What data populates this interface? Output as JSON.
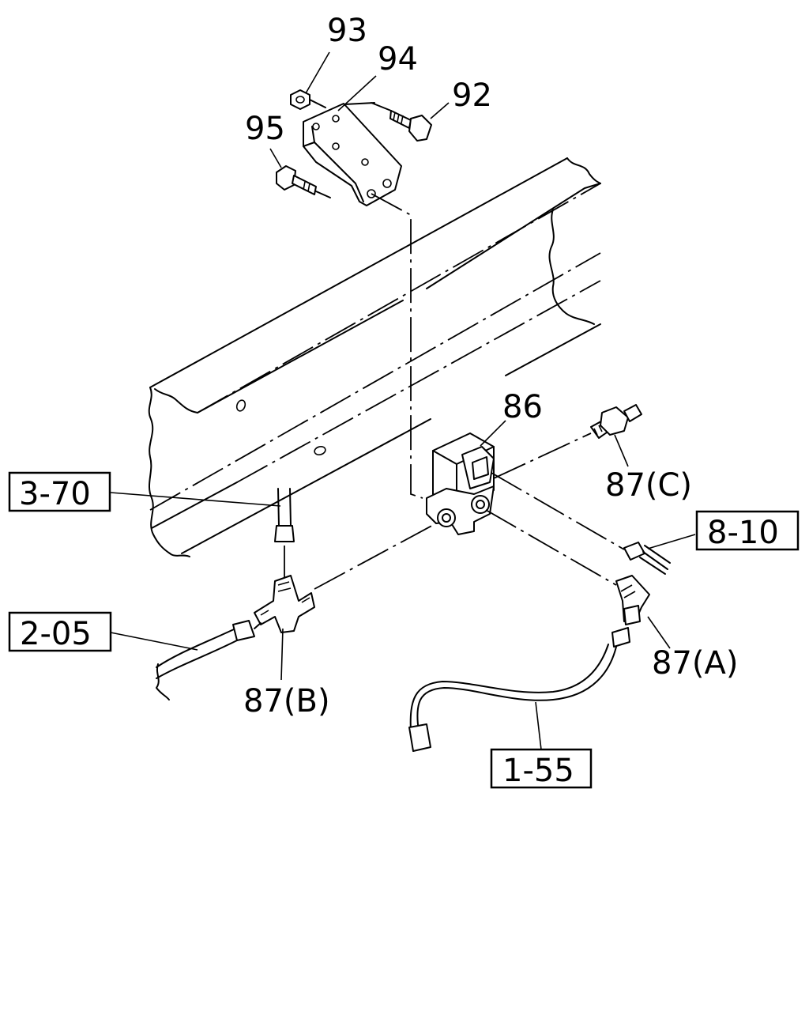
{
  "labels": {
    "p93": "93",
    "p94": "94",
    "p92": "92",
    "p95": "95",
    "p86": "86",
    "p87c": "87(C)",
    "p87a": "87(A)",
    "p87b": "87(B)"
  },
  "references": {
    "r370": "3-70",
    "r810": "8-10",
    "r205": "2-05",
    "r155": "1-55"
  }
}
